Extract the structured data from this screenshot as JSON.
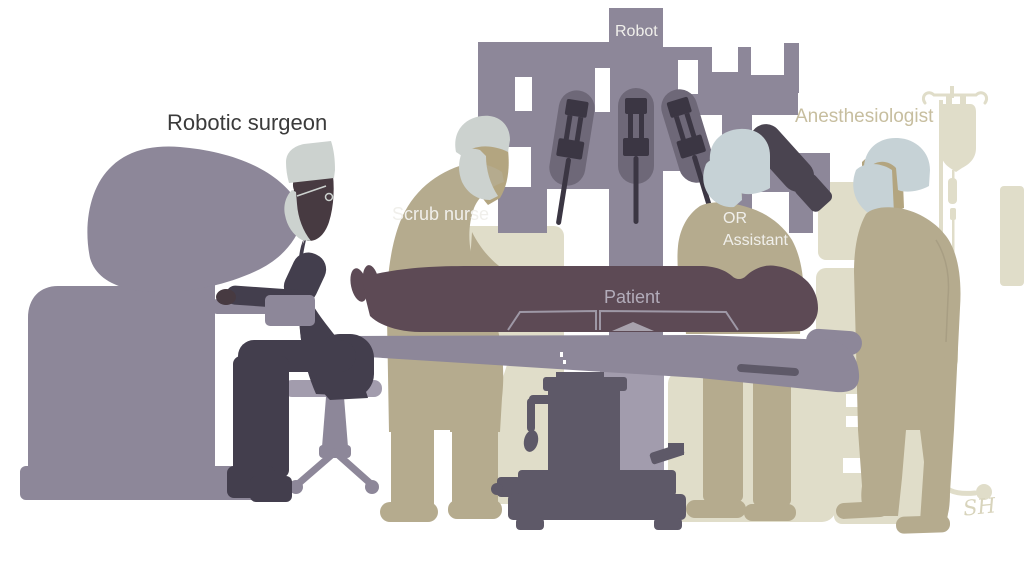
{
  "labels": {
    "robotic_surgeon": "Robotic surgeon",
    "scrub_nurse": "Scrub nurse",
    "robot": "Robot",
    "patient": "Patient",
    "or_assistant": {
      "line1": "OR",
      "line2": "Assistant"
    },
    "anesthesiologist": "Anesthesiologist",
    "signature": "SH"
  },
  "palette": {
    "background": "#ffffff",
    "machine_gray": "#8d8799",
    "machine_gray_light": "#a29cad",
    "table_dark": "#5e5968",
    "surgeon_scrubs": "#433e4d",
    "surgeon_skin": "#473a41",
    "surgeon_cap": "#ccd2cf",
    "staff_scrubs": "#b5ab8e",
    "staff_skin": "#b3a580",
    "staff_cap_blue": "#c6d2d6",
    "patient_skin": "#5d4a55",
    "drape_line": "#9e98a6",
    "equipment_beige": "#e0ddc9",
    "robot_arm": "#6e6878",
    "robot_arm_dark": "#3b3643",
    "robot_arm_shadow": "#4a4450",
    "label_dark": "#3b3b3b",
    "label_white": "#f0efeb",
    "label_beige": "#c7be9f",
    "label_patient": "#b2acba",
    "signature_beige": "#d8d4bc"
  }
}
